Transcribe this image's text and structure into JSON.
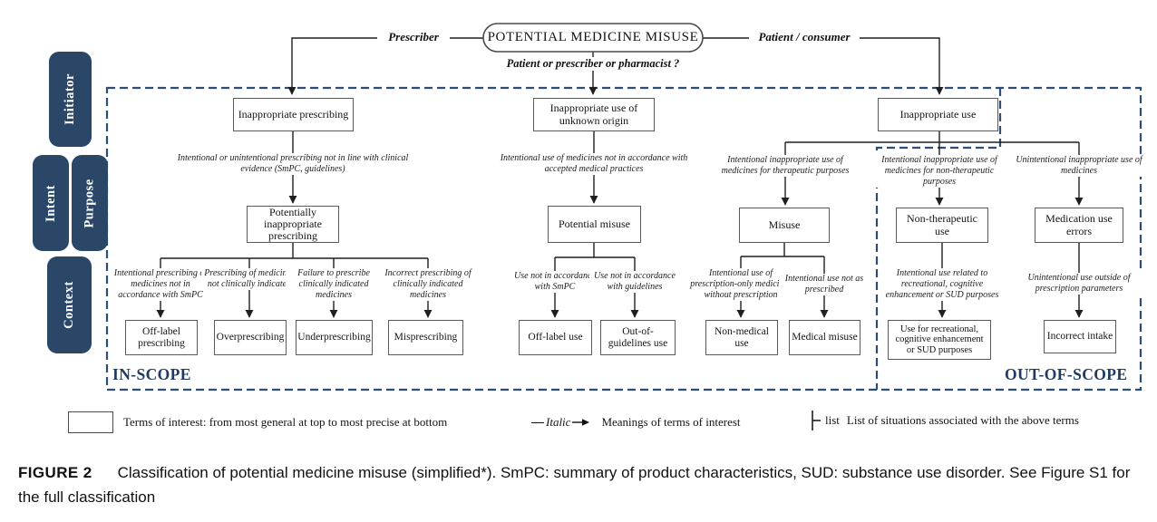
{
  "figure": {
    "root_label": "POTENTIAL MEDICINE MISUSE",
    "left_branch_label": "Prescriber",
    "right_branch_label": "Patient / consumer",
    "question_label": "Patient or prescriber or pharmacist ?",
    "in_scope_label": "IN-SCOPE",
    "out_of_scope_label": "OUT-OF-SCOPE"
  },
  "sidebar": {
    "initiator": "Initiator",
    "intent": "Intent",
    "purpose": "Purpose",
    "context": "Context"
  },
  "columns": {
    "prescribing": {
      "root": "Inappropriate prescribing",
      "root_desc": "Intentional or unintentional prescribing not in line with clinical evidence (SmPC, guidelines)",
      "mid": "Potentially inappropriate prescribing",
      "leaves": [
        {
          "desc": "Intentional prescribing of medicines not in accordance with SmPC",
          "label": "Off-label prescribing"
        },
        {
          "desc": "Prescribing of medicines not clinically indicated",
          "label": "Overprescribing"
        },
        {
          "desc": "Failure to prescribe clinically indicated medicines",
          "label": "Underprescribing"
        },
        {
          "desc": "Incorrect prescribing of clinically indicated medicines",
          "label": "Misprescribing"
        }
      ]
    },
    "unknown_origin": {
      "root": "Inappropriate use of unknown origin",
      "root_desc": "Intentional use of medicines not in accordance with accepted medical practices",
      "mid": "Potential misuse",
      "leaves": [
        {
          "desc": "Use not in accordance with SmPC",
          "label": "Off-label use"
        },
        {
          "desc": "Use not in accordance with guidelines",
          "label": "Out-of-guidelines use"
        }
      ]
    },
    "inappropriate_use": {
      "root": "Inappropriate use",
      "branches": [
        {
          "desc": "Intentional inappropriate use of medicines for therapeutic purposes",
          "mid": "Misuse",
          "leaves": [
            {
              "desc": "Intentional use of prescription-only medicines without prescription",
              "label": "Non-medical use"
            },
            {
              "desc": "Intentional use not as prescribed",
              "label": "Medical misuse"
            }
          ]
        },
        {
          "desc": "Intentional inappropriate use of medicines for non-therapeutic purposes",
          "mid": "Non-therapeutic use",
          "leaves": [
            {
              "desc": "Intentional use related to recreational, cognitive enhancement or SUD purposes",
              "label": "Use for recreational, cognitive enhancement or SUD purposes"
            }
          ]
        },
        {
          "desc": "Unintentional inappropriate use of medicines",
          "mid": "Medication use errors",
          "leaves": [
            {
              "desc": "Unintentional use outside of prescription parameters",
              "label": "Incorrect intake"
            }
          ]
        }
      ]
    }
  },
  "legend": {
    "terms_label": "Terms of interest: from most general at top to most precise at bottom",
    "italic_sample": "Italic",
    "italic_label": "Meanings of terms of interest",
    "list_sample": "list",
    "list_label": "List of situations associated with the above terms"
  },
  "caption": {
    "tag": "FIGURE 2",
    "text": "Classification of potential medicine misuse (simplified*). SmPC: summary of product characteristics, SUD: substance use disorder. See Figure S1 for the full classification"
  },
  "colors": {
    "sidebar_navy": "#2a4768",
    "dashed_border_navy": "#2e4d72",
    "scope_label_navy": "#1f3b63",
    "line_color": "#1f1f1f",
    "box_border_gray": "#5a5a5a"
  }
}
